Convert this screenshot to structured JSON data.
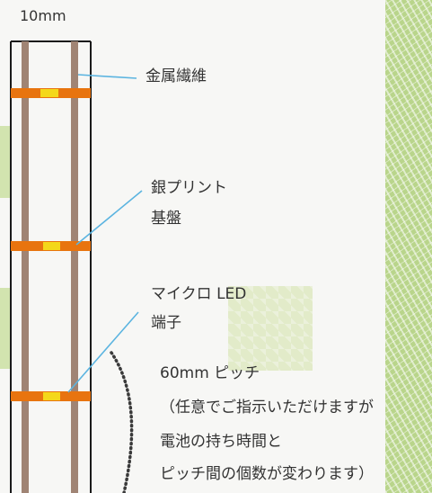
{
  "width_label": "10mm",
  "labels": {
    "fiber": "金属繊維",
    "silver_line1": "銀プリント",
    "silver_line2": "基盤",
    "led_line1": "マイクロ LED",
    "led_line2": "端子",
    "pitch": "60mm ピッチ",
    "note1": "（任意でご指示いただけますが",
    "note2": "電池の持ち時間と",
    "note3": "ピッチ間の個数が変わります）"
  },
  "colors": {
    "rail": "#a08474",
    "band": "#e8740f",
    "led": "#f4d81a",
    "leader": "#5bb4e0",
    "strip": "#b9d58b"
  }
}
